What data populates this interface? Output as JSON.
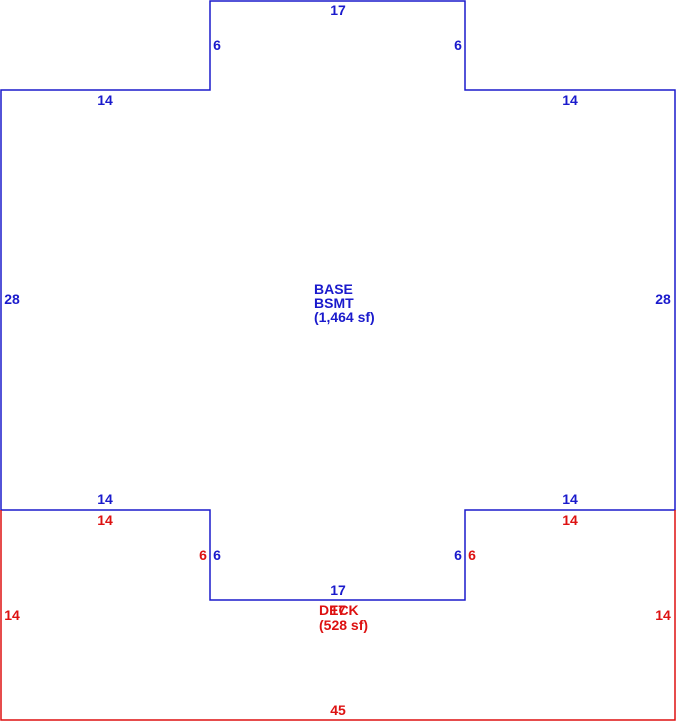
{
  "areas": {
    "base": {
      "name": "BASE",
      "sub": "BSMT",
      "area": "(1,464 sf)",
      "color": "#1a1acc",
      "dims": {
        "top": "17",
        "top_left_notch_side": "6",
        "top_right_notch_side": "6",
        "upper_left_ledge": "14",
        "upper_right_ledge": "14",
        "left_side": "28",
        "right_side": "28",
        "lower_left_ledge": "14",
        "lower_right_ledge": "14",
        "bottom_left_notch_side": "6",
        "bottom_right_notch_side": "6",
        "bottom": "17"
      }
    },
    "deck": {
      "name": "DECK",
      "area": "(528 sf)",
      "color": "#dd1111",
      "dims": {
        "top_left": "14",
        "top_right": "14",
        "inner_left_side": "6",
        "inner_right_side": "6",
        "inner_bottom": "17",
        "left_side": "14",
        "right_side": "14",
        "bottom": "45"
      }
    }
  }
}
